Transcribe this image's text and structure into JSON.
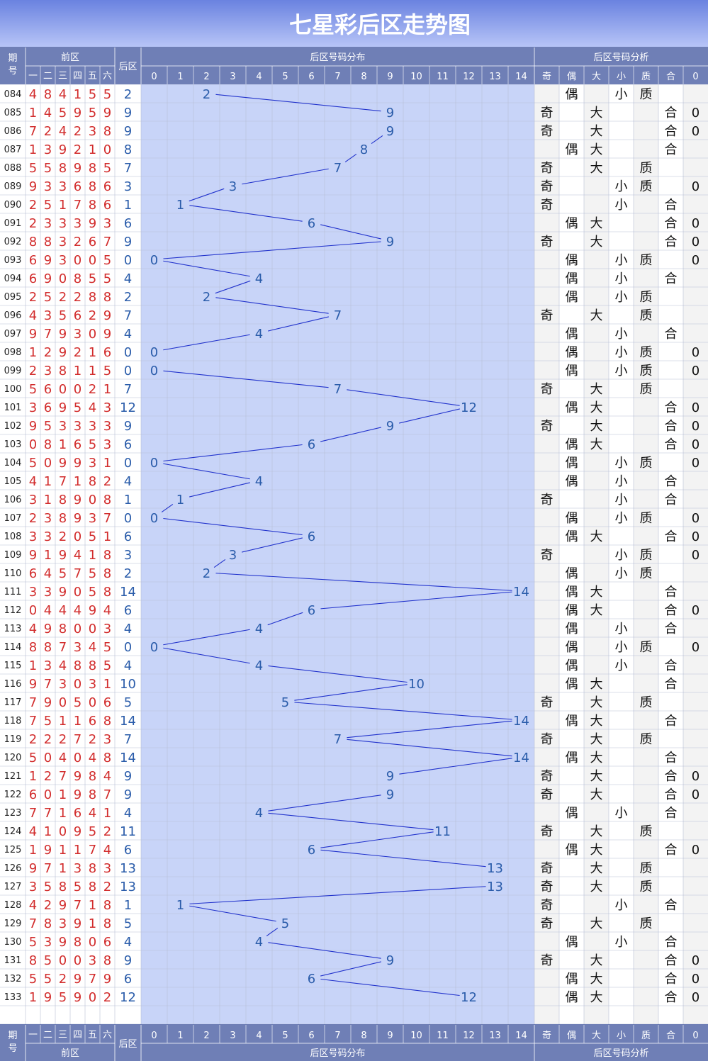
{
  "title": "七星彩后区走势图",
  "header": {
    "period_label": "期号",
    "front_label": "前区",
    "front_positions": [
      "一",
      "二",
      "三",
      "四",
      "五",
      "六"
    ],
    "back_label": "后区",
    "distribution_label": "后区号码分布",
    "analysis_label": "后区号码分析",
    "analysis_cols": [
      "奇",
      "偶",
      "大",
      "小",
      "质",
      "合",
      "0"
    ]
  },
  "chart_data": {
    "type": "line",
    "title": "七星彩后区走势图",
    "x_categories": [
      0,
      1,
      2,
      3,
      4,
      5,
      6,
      7,
      8,
      9,
      10,
      11,
      12,
      13,
      14
    ],
    "periods": [
      "084",
      "085",
      "086",
      "087",
      "088",
      "089",
      "090",
      "091",
      "092",
      "093",
      "094",
      "095",
      "096",
      "097",
      "098",
      "099",
      "100",
      "101",
      "102",
      "103",
      "104",
      "105",
      "106",
      "107",
      "108",
      "109",
      "110",
      "111",
      "112",
      "113",
      "114",
      "115",
      "116",
      "117",
      "118",
      "119",
      "120",
      "121",
      "122",
      "123",
      "124",
      "125",
      "126",
      "127",
      "128",
      "129",
      "130",
      "131",
      "132",
      "133"
    ],
    "front": [
      "484155",
      "145959",
      "724238",
      "139210",
      "558985",
      "933686",
      "251786",
      "233393",
      "883267",
      "693005",
      "690855",
      "252288",
      "435629",
      "979309",
      "129216",
      "238115",
      "560021",
      "369543",
      "953333",
      "081653",
      "509931",
      "417182",
      "318908",
      "238937",
      "332051",
      "919418",
      "645758",
      "339058",
      "044494",
      "498003",
      "887345",
      "134885",
      "973031",
      "790506",
      "751168",
      "222723",
      "504048",
      "127984",
      "601987",
      "771641",
      "410952",
      "191174",
      "971383",
      "358582",
      "429718",
      "783918",
      "539806",
      "850038",
      "552979",
      "195902"
    ],
    "back": [
      2,
      9,
      9,
      8,
      7,
      3,
      1,
      6,
      9,
      0,
      4,
      2,
      7,
      4,
      0,
      0,
      7,
      12,
      9,
      6,
      0,
      4,
      1,
      0,
      6,
      3,
      2,
      14,
      6,
      4,
      0,
      4,
      10,
      5,
      14,
      7,
      14,
      9,
      9,
      4,
      11,
      6,
      13,
      13,
      1,
      5,
      4,
      9,
      6,
      12
    ],
    "analysis": [
      [
        "",
        "偶",
        "",
        "小",
        "质",
        "",
        ""
      ],
      [
        "奇",
        "",
        "大",
        "",
        "",
        "合",
        "0"
      ],
      [
        "奇",
        "",
        "大",
        "",
        "",
        "合",
        "0"
      ],
      [
        "",
        "偶",
        "大",
        "",
        "",
        "合",
        ""
      ],
      [
        "奇",
        "",
        "大",
        "",
        "质",
        "",
        ""
      ],
      [
        "奇",
        "",
        "",
        "小",
        "质",
        "",
        "0"
      ],
      [
        "奇",
        "",
        "",
        "小",
        "",
        "合",
        ""
      ],
      [
        "",
        "偶",
        "大",
        "",
        "",
        "合",
        "0"
      ],
      [
        "奇",
        "",
        "大",
        "",
        "",
        "合",
        "0"
      ],
      [
        "",
        "偶",
        "",
        "小",
        "质",
        "",
        "0"
      ],
      [
        "",
        "偶",
        "",
        "小",
        "",
        "合",
        ""
      ],
      [
        "",
        "偶",
        "",
        "小",
        "质",
        "",
        ""
      ],
      [
        "奇",
        "",
        "大",
        "",
        "质",
        "",
        ""
      ],
      [
        "",
        "偶",
        "",
        "小",
        "",
        "合",
        ""
      ],
      [
        "",
        "偶",
        "",
        "小",
        "质",
        "",
        "0"
      ],
      [
        "",
        "偶",
        "",
        "小",
        "质",
        "",
        "0"
      ],
      [
        "奇",
        "",
        "大",
        "",
        "质",
        "",
        ""
      ],
      [
        "",
        "偶",
        "大",
        "",
        "",
        "合",
        "0"
      ],
      [
        "奇",
        "",
        "大",
        "",
        "",
        "合",
        "0"
      ],
      [
        "",
        "偶",
        "大",
        "",
        "",
        "合",
        "0"
      ],
      [
        "",
        "偶",
        "",
        "小",
        "质",
        "",
        "0"
      ],
      [
        "",
        "偶",
        "",
        "小",
        "",
        "合",
        ""
      ],
      [
        "奇",
        "",
        "",
        "小",
        "",
        "合",
        ""
      ],
      [
        "",
        "偶",
        "",
        "小",
        "质",
        "",
        "0"
      ],
      [
        "",
        "偶",
        "大",
        "",
        "",
        "合",
        "0"
      ],
      [
        "奇",
        "",
        "",
        "小",
        "质",
        "",
        "0"
      ],
      [
        "",
        "偶",
        "",
        "小",
        "质",
        "",
        ""
      ],
      [
        "",
        "偶",
        "大",
        "",
        "",
        "合",
        ""
      ],
      [
        "",
        "偶",
        "大",
        "",
        "",
        "合",
        "0"
      ],
      [
        "",
        "偶",
        "",
        "小",
        "",
        "合",
        ""
      ],
      [
        "",
        "偶",
        "",
        "小",
        "质",
        "",
        "0"
      ],
      [
        "",
        "偶",
        "",
        "小",
        "",
        "合",
        ""
      ],
      [
        "",
        "偶",
        "大",
        "",
        "",
        "合",
        ""
      ],
      [
        "奇",
        "",
        "大",
        "",
        "质",
        "",
        ""
      ],
      [
        "",
        "偶",
        "大",
        "",
        "",
        "合",
        ""
      ],
      [
        "奇",
        "",
        "大",
        "",
        "质",
        "",
        ""
      ],
      [
        "",
        "偶",
        "大",
        "",
        "",
        "合",
        ""
      ],
      [
        "奇",
        "",
        "大",
        "",
        "",
        "合",
        "0"
      ],
      [
        "奇",
        "",
        "大",
        "",
        "",
        "合",
        "0"
      ],
      [
        "",
        "偶",
        "",
        "小",
        "",
        "合",
        ""
      ],
      [
        "奇",
        "",
        "大",
        "",
        "质",
        "",
        ""
      ],
      [
        "",
        "偶",
        "大",
        "",
        "",
        "合",
        "0"
      ],
      [
        "奇",
        "",
        "大",
        "",
        "质",
        "",
        ""
      ],
      [
        "奇",
        "",
        "大",
        "",
        "质",
        "",
        ""
      ],
      [
        "奇",
        "",
        "",
        "小",
        "",
        "合",
        ""
      ],
      [
        "奇",
        "",
        "大",
        "",
        "质",
        "",
        ""
      ],
      [
        "",
        "偶",
        "",
        "小",
        "",
        "合",
        ""
      ],
      [
        "奇",
        "",
        "大",
        "",
        "",
        "合",
        "0"
      ],
      [
        "",
        "偶",
        "大",
        "",
        "",
        "合",
        "0"
      ],
      [
        "",
        "偶",
        "大",
        "",
        "",
        "合",
        "0"
      ]
    ]
  },
  "colors": {
    "title_bg_top": "#6a82e0",
    "title_bg_bottom": "#b7c4f7",
    "header_bg": "#6f7fb6",
    "grid_bg": "#c8d4f8",
    "line": "#2233cc",
    "front_digit": "#d22c2c",
    "back_digit": "#2a5caa"
  }
}
